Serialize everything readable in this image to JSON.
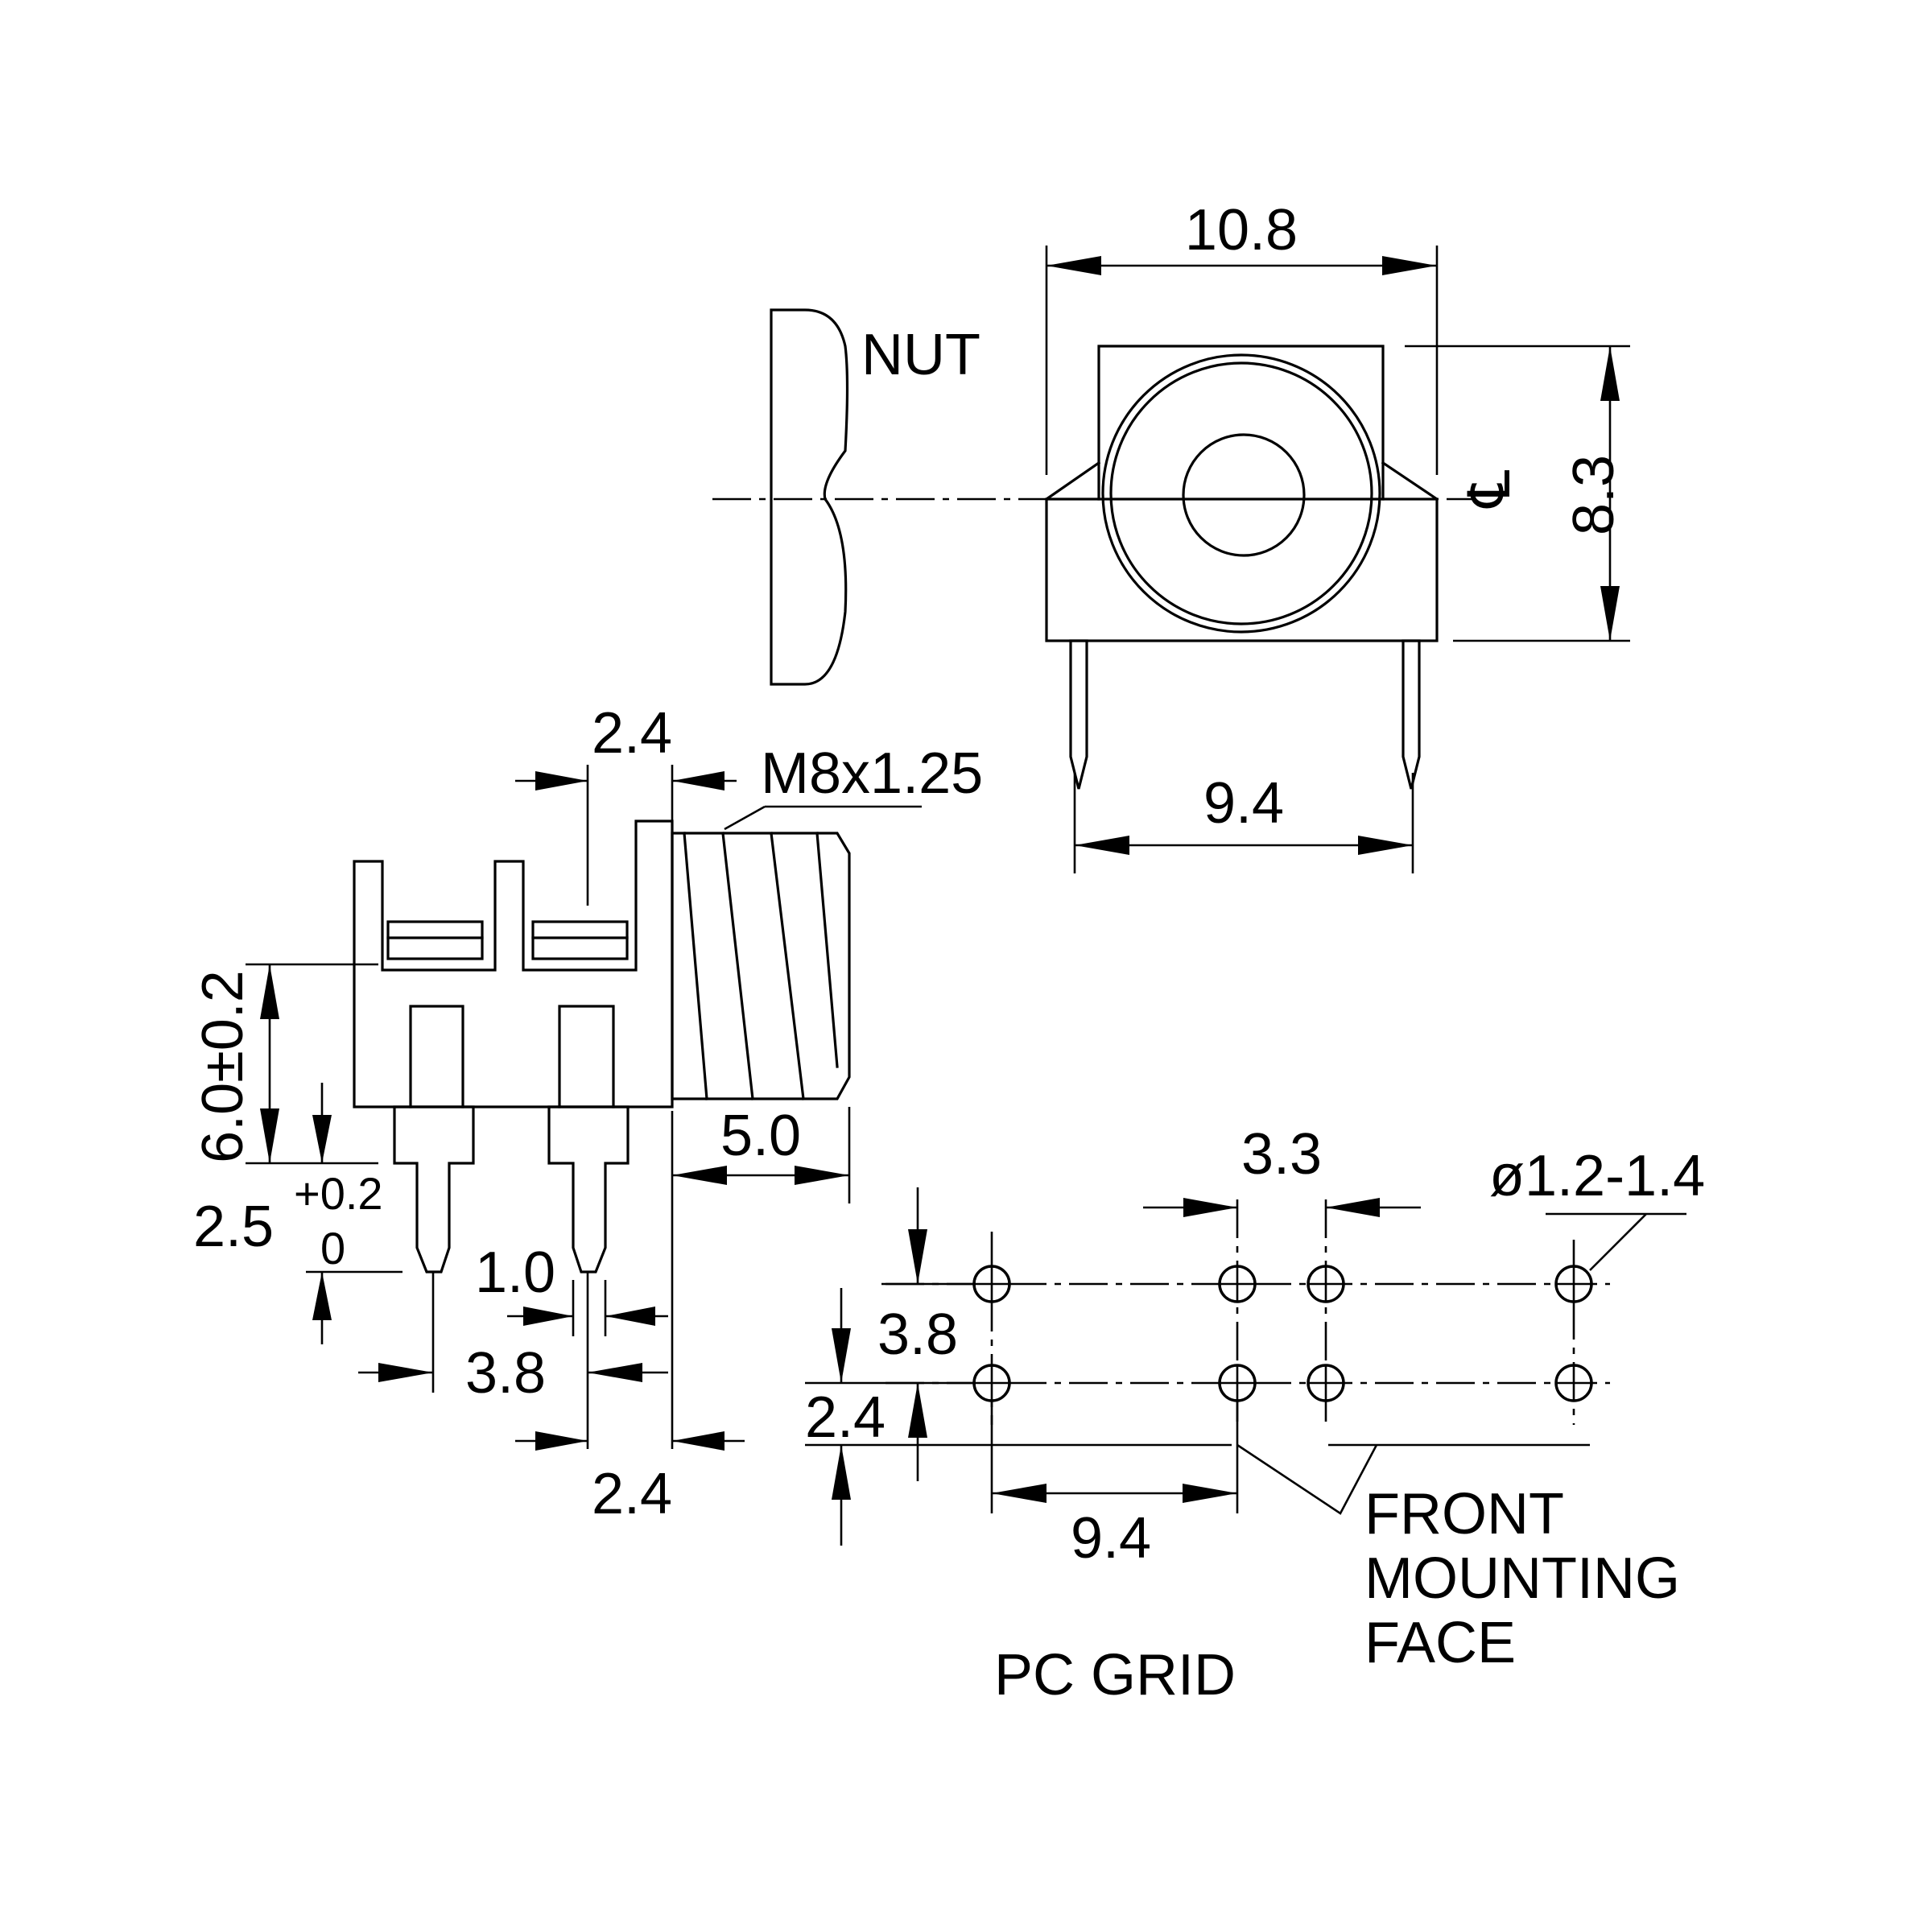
{
  "labels": {
    "nut": "NUT",
    "body_width": "10.8",
    "body_height": "8.3",
    "centerline": "℄",
    "pin_span": "9.4",
    "flange_thickness": "2.4",
    "thread": "M8x1.25",
    "height": "6.0±0.2",
    "pin_length": "2.5",
    "tol_plus": "+0.2",
    "tol_zero": "0",
    "pin_width": "1.0",
    "pin_pitch": "3.8",
    "barrel_length": "5.0",
    "bottom_offset": "2.4",
    "grid_gap": "3.3",
    "hole_dia": "ø1.2-1.4",
    "row_pitch": "3.8",
    "row_offset": "2.4",
    "grid_span": "9.4",
    "front_face_1": "FRONT",
    "front_face_2": "MOUNTING",
    "front_face_3": "FACE",
    "pc_grid": "PC GRID"
  }
}
